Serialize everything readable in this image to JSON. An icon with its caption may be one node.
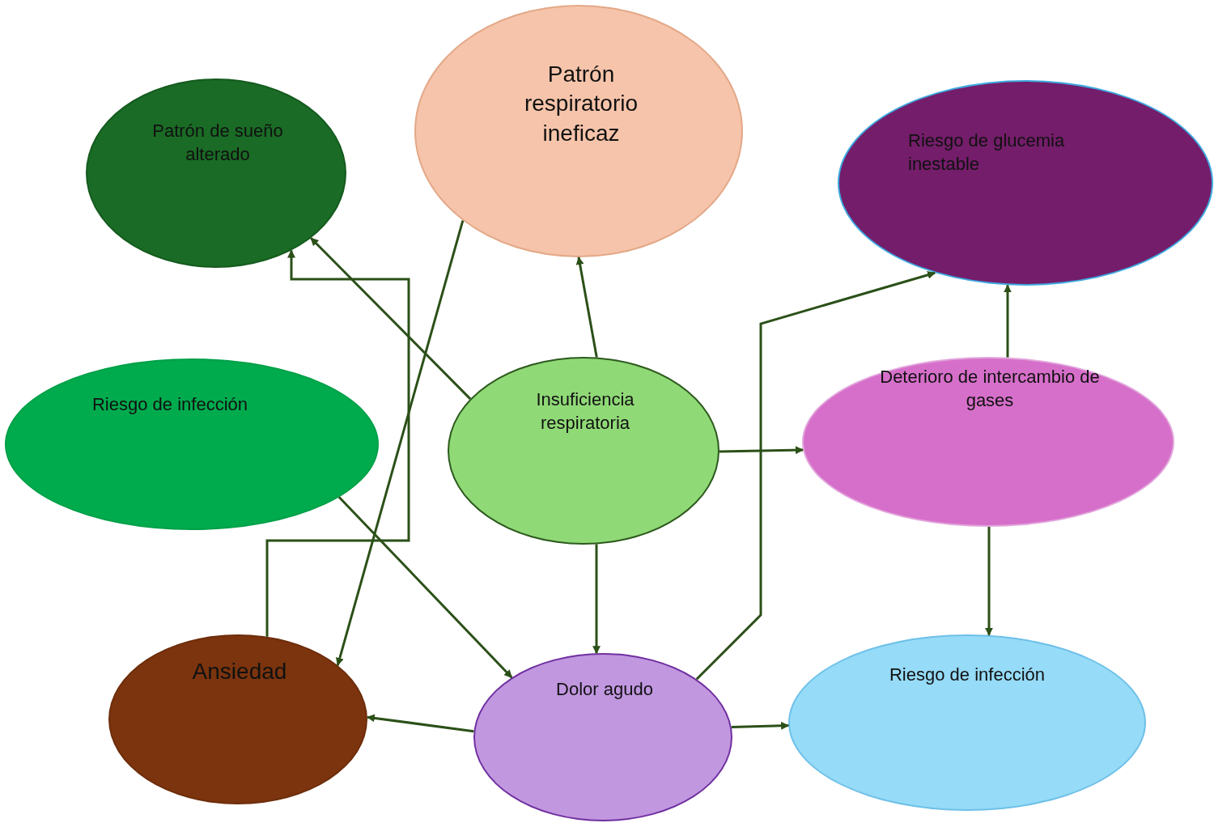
{
  "diagram": {
    "nodes": [
      {
        "text": [
          "Patrón respiratorio ineficaz"
        ]
      },
      {
        "text": [
          "Patrón de sueño alterado"
        ]
      },
      {
        "text": [
          "Riesgo de glucemia inestable"
        ]
      },
      {
        "text": [
          "Riesgo de infección"
        ]
      },
      {
        "text": [
          "Insuficiencia respiratoria"
        ]
      },
      {
        "text": [
          "Deterioro de intercambio de gases"
        ]
      },
      {
        "text": [
          "Ansiedad"
        ]
      },
      {
        "text": [
          "Dolor agudo"
        ]
      },
      {
        "text": [
          "Riesgo de infección"
        ]
      }
    ],
    "edges": [
      {
        "from": 4,
        "to": 0,
        "arrow": "to"
      },
      {
        "from": 4,
        "to": 1,
        "arrow": "to"
      },
      {
        "from": 4,
        "to": 5,
        "arrow": "to"
      },
      {
        "from": 4,
        "to": 7,
        "arrow": "to"
      },
      {
        "from": 0,
        "to": 6,
        "arrow": "to"
      },
      {
        "from": 6,
        "to": 1,
        "arrow": "to"
      },
      {
        "from": 3,
        "to": 7,
        "arrow": "to"
      },
      {
        "from": 7,
        "to": 2,
        "arrow": "to"
      },
      {
        "from": 5,
        "to": 2,
        "arrow": "to"
      },
      {
        "from": 5,
        "to": 8,
        "arrow": "to"
      },
      {
        "from": 7,
        "to": 6,
        "arrow": "to"
      },
      {
        "from": 7,
        "to": 8,
        "arrow": "to"
      }
    ]
  }
}
